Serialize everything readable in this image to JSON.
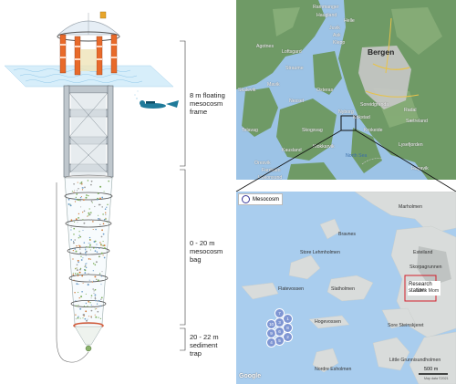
{
  "left_panel": {
    "labels": {
      "floating_frame": "8 m floating mesocosm frame",
      "bag": "0 - 20 m mesocosm bag",
      "trap": "20 - 22 m sediment trap"
    }
  },
  "top_map": {
    "city": "Bergen",
    "places": [
      "Rammanger",
      "Haugland",
      "Helle",
      "Juvik",
      "Ask",
      "Klepp",
      "Agotnes",
      "Loftsgard",
      "Straume",
      "Mavik",
      "Skalevik",
      "Nesset",
      "Osteras",
      "Nyborg",
      "Soreidgrenda",
      "Kokstad",
      "Radal",
      "Telavag",
      "Skogsvag",
      "Kausland",
      "Klokkarvik",
      "Oresvik",
      "Fardalen",
      "Hakonsund",
      "Krokeide",
      "Lysefjorden",
      "Hagavik",
      "Sætreland"
    ],
    "sea": "North Sea",
    "colors": {
      "water": "#9cc3e6",
      "land": "#6f9a66",
      "urban": "#c8c8c8"
    }
  },
  "bottom_map": {
    "legend": "Mesocosm",
    "station": "Research station",
    "places": [
      "Marholmen",
      "Bravnes",
      "Esteiland",
      "Store Lehmholmen",
      "Flatevossen",
      "Slatholmen",
      "Skorpagrunnen",
      "Hogevossen",
      "Sore Steinskjeret",
      "Little Grunnisundholmen",
      "Nordre Esholmen",
      "Ulvik Mom"
    ],
    "scale": "500 m",
    "credit": "Map data ©2021",
    "google": "Google",
    "mesocosms": [
      "7",
      "1",
      "3",
      "8",
      "10",
      "6",
      "2",
      "5",
      "4",
      "9"
    ]
  }
}
